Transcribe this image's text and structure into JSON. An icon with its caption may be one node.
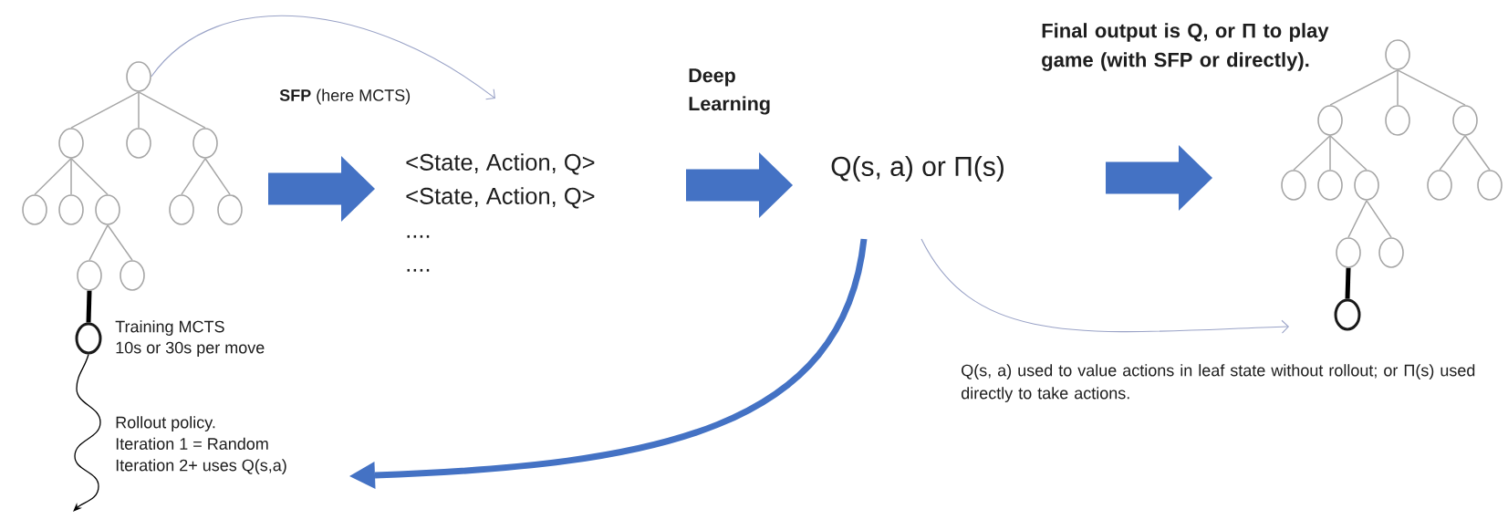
{
  "diagram": {
    "nodes": [
      {
        "text": [],
        "shape": "circle"
      },
      {
        "text": [],
        "shape": "circle"
      },
      {
        "text": [],
        "shape": "circle"
      },
      {
        "text": [],
        "shape": "circle"
      },
      {
        "text": [],
        "shape": "circle"
      },
      {
        "text": [],
        "shape": "circle"
      },
      {
        "text": [],
        "shape": "circle"
      },
      {
        "text": [],
        "shape": "circle"
      },
      {
        "text": [],
        "shape": "circle"
      },
      {
        "text": [],
        "shape": "circle"
      },
      {
        "text": [],
        "shape": "circle"
      },
      {
        "text": [],
        "shape": "circle",
        "beside": [
          "Training MCTS",
          "10s or 30s per move"
        ]
      },
      {
        "text": [
          "Rollout policy.",
          "Iteration 1 = Random",
          "Iteration 2+ uses Q(s,a)"
        ]
      },
      {
        "text": [
          "<State, Action, Q>",
          "<State, Action, Q>",
          "....",
          "...."
        ]
      },
      {
        "text": [
          "Q(s, a) or Π(s)"
        ]
      },
      {
        "text": [],
        "shape": "circle"
      },
      {
        "text": [],
        "shape": "circle"
      },
      {
        "text": [],
        "shape": "circle"
      },
      {
        "text": [],
        "shape": "circle"
      },
      {
        "text": [],
        "shape": "circle"
      },
      {
        "text": [],
        "shape": "circle"
      },
      {
        "text": [],
        "shape": "circle"
      },
      {
        "text": [],
        "shape": "circle"
      },
      {
        "text": [],
        "shape": "circle"
      },
      {
        "text": [],
        "shape": "circle"
      },
      {
        "text": [],
        "shape": "circle"
      },
      {
        "text": [],
        "shape": "circle"
      }
    ],
    "edges": [
      {
        "from": 0,
        "to": 1,
        "arrow": "none"
      },
      {
        "from": 0,
        "to": 2,
        "arrow": "none"
      },
      {
        "from": 0,
        "to": 3,
        "arrow": "none"
      },
      {
        "from": 1,
        "to": 4,
        "arrow": "none"
      },
      {
        "from": 1,
        "to": 5,
        "arrow": "none"
      },
      {
        "from": 1,
        "to": 6,
        "arrow": "none"
      },
      {
        "from": 3,
        "to": 7,
        "arrow": "none"
      },
      {
        "from": 3,
        "to": 8,
        "arrow": "none"
      },
      {
        "from": 6,
        "to": 9,
        "arrow": "none"
      },
      {
        "from": 6,
        "to": 10,
        "arrow": "none"
      },
      {
        "from": 9,
        "to": 11,
        "arrow": "none",
        "style": "thick",
        "color": "#000000"
      },
      {
        "from": 15,
        "to": 16,
        "arrow": "none"
      },
      {
        "from": 15,
        "to": 17,
        "arrow": "none"
      },
      {
        "from": 15,
        "to": 18,
        "arrow": "none"
      },
      {
        "from": 16,
        "to": 19,
        "arrow": "none"
      },
      {
        "from": 16,
        "to": 20,
        "arrow": "none"
      },
      {
        "from": 16,
        "to": 21,
        "arrow": "none"
      },
      {
        "from": 18,
        "to": 22,
        "arrow": "none"
      },
      {
        "from": 18,
        "to": 23,
        "arrow": "none"
      },
      {
        "from": 21,
        "to": 24,
        "arrow": "none"
      },
      {
        "from": 21,
        "to": 25,
        "arrow": "none"
      },
      {
        "from": 24,
        "to": 26,
        "arrow": "none",
        "style": "thick",
        "color": "#000000"
      },
      {
        "from": 11,
        "to": null,
        "arrow": "to",
        "color": "#000000"
      },
      {
        "from": 0,
        "to": 13,
        "arrow": "to",
        "color": "#9aa3c7"
      },
      {
        "from": null,
        "to": 13,
        "arrow": "to",
        "style": "thick",
        "color": "#4472c4"
      },
      {
        "from": 13,
        "to": 14,
        "arrow": "to",
        "style": "thick",
        "color": "#4472c4"
      },
      {
        "from": 14,
        "to": 19,
        "arrow": "to",
        "style": "thick",
        "color": "#4472c4"
      },
      {
        "from": 14,
        "to": 12,
        "arrow": "to",
        "style": "thick",
        "color": "#4472c4"
      },
      {
        "from": 14,
        "to": 26,
        "arrow": "to",
        "color": "#9aa3c7"
      }
    ],
    "labels": [
      "**SFP** (here MCTS)",
      "Deep Learning",
      "Final output is Q, or Π to play game (with SFP or directly).",
      "Q(s, a) used to value actions in leaf state without rollout; or Π(s) used directly to take actions."
    ]
  }
}
